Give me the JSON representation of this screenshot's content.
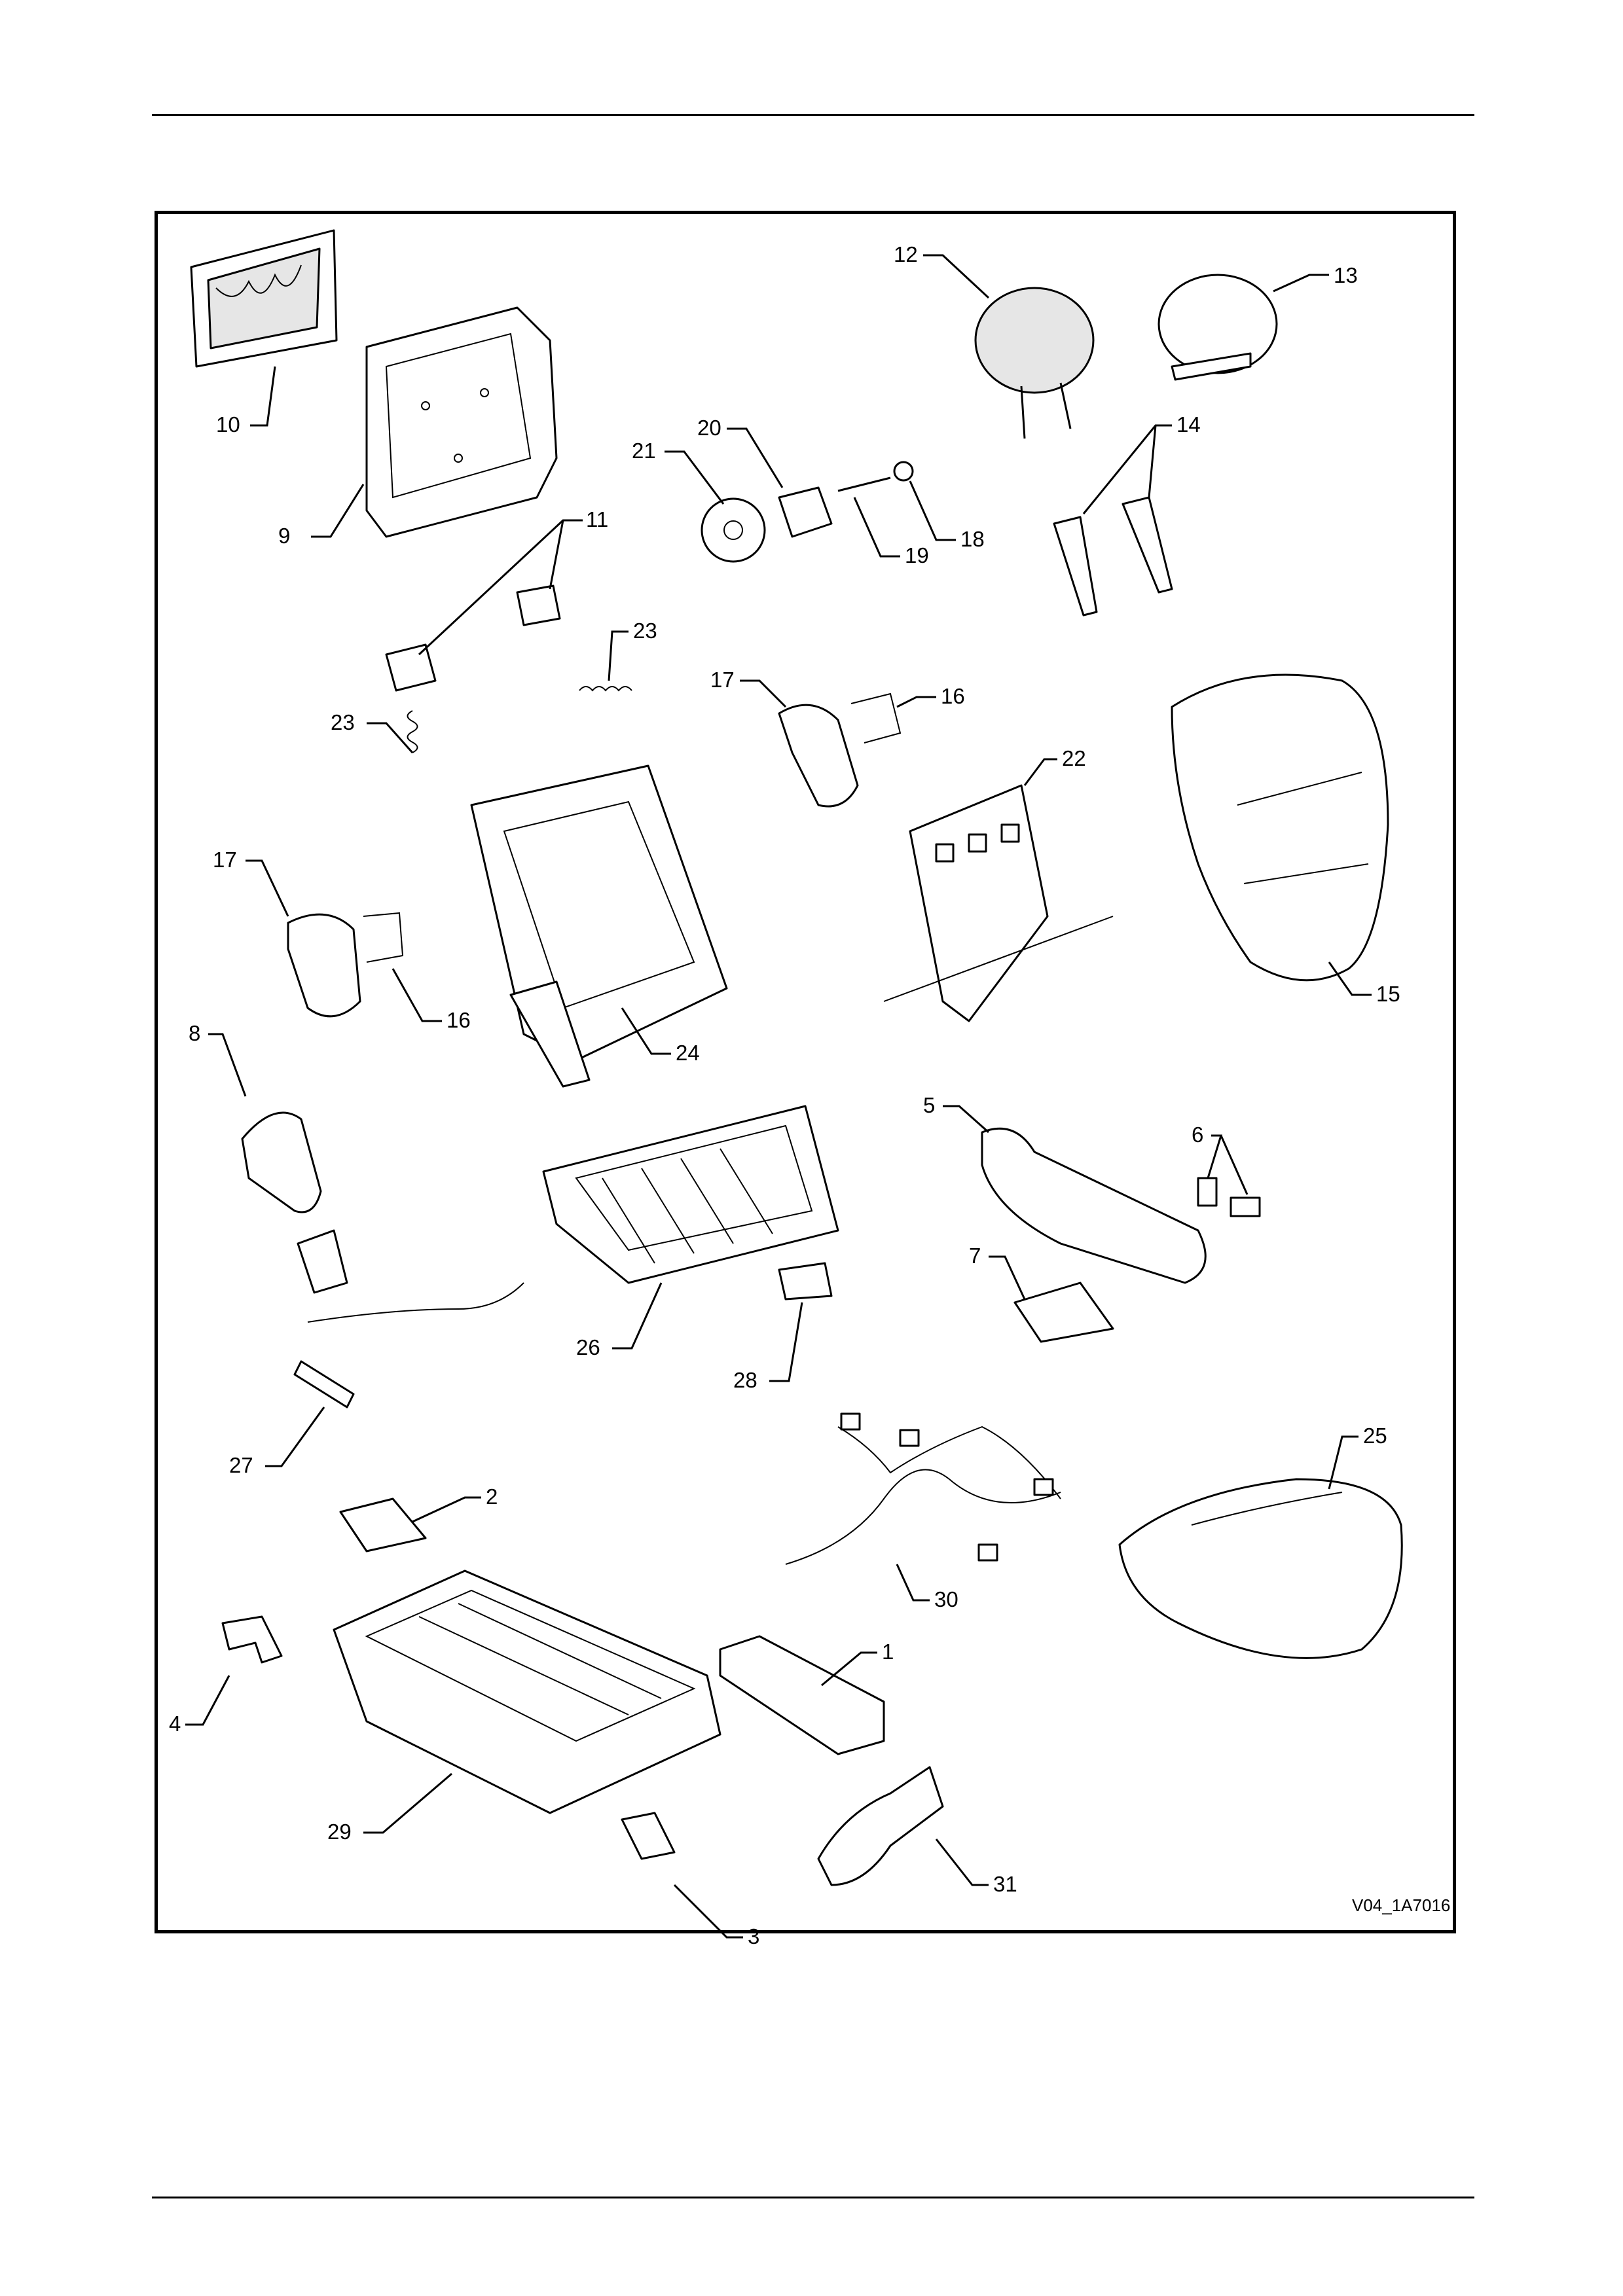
{
  "figure": {
    "reference": "V04_1A7016",
    "callouts": [
      {
        "id": "c1",
        "label": "1"
      },
      {
        "id": "c2",
        "label": "2"
      },
      {
        "id": "c3",
        "label": "3"
      },
      {
        "id": "c4",
        "label": "4"
      },
      {
        "id": "c5",
        "label": "5"
      },
      {
        "id": "c6",
        "label": "6"
      },
      {
        "id": "c7",
        "label": "7"
      },
      {
        "id": "c8",
        "label": "8"
      },
      {
        "id": "c9",
        "label": "9"
      },
      {
        "id": "c10",
        "label": "10"
      },
      {
        "id": "c11",
        "label": "11"
      },
      {
        "id": "c12",
        "label": "12"
      },
      {
        "id": "c13",
        "label": "13"
      },
      {
        "id": "c14",
        "label": "14"
      },
      {
        "id": "c15",
        "label": "15"
      },
      {
        "id": "c16a",
        "label": "16"
      },
      {
        "id": "c16b",
        "label": "16"
      },
      {
        "id": "c17a",
        "label": "17"
      },
      {
        "id": "c17b",
        "label": "17"
      },
      {
        "id": "c18",
        "label": "18"
      },
      {
        "id": "c19",
        "label": "19"
      },
      {
        "id": "c20",
        "label": "20"
      },
      {
        "id": "c21",
        "label": "21"
      },
      {
        "id": "c22",
        "label": "22"
      },
      {
        "id": "c23a",
        "label": "23"
      },
      {
        "id": "c23b",
        "label": "23"
      },
      {
        "id": "c24",
        "label": "24"
      },
      {
        "id": "c25",
        "label": "25"
      },
      {
        "id": "c26",
        "label": "26"
      },
      {
        "id": "c27",
        "label": "27"
      },
      {
        "id": "c28",
        "label": "28"
      },
      {
        "id": "c29",
        "label": "29"
      },
      {
        "id": "c30",
        "label": "30"
      },
      {
        "id": "c31",
        "label": "31"
      }
    ]
  }
}
